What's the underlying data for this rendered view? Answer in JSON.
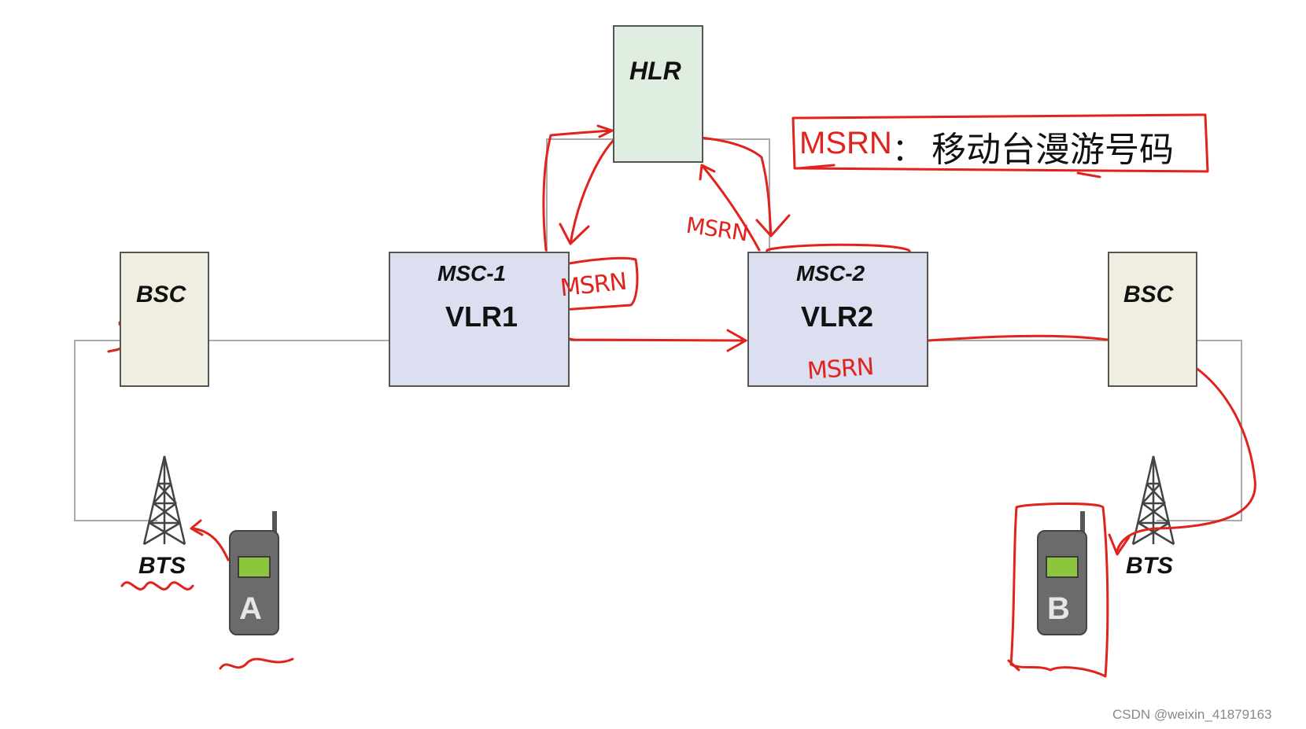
{
  "nodes": {
    "hlr": "HLR",
    "msc1": "MSC-1",
    "vlr1": "VLR1",
    "msc2": "MSC-2",
    "vlr2": "VLR2",
    "bsc_left": "BSC",
    "bsc_right": "BSC",
    "bts_left": "BTS",
    "bts_right": "BTS",
    "phone_a": "A",
    "phone_b": "B"
  },
  "annotations": {
    "legend_key": "MSRN",
    "legend_colon": "：",
    "legend_desc": "移动台漫游号码",
    "msrn_1": "MSRN",
    "msrn_2": "MSRN",
    "msrn_3": "MSRN"
  },
  "credit": "CSDN @weixin_41879163",
  "colors": {
    "annotation": "#e0231c",
    "bsc_fill": "#efeee1",
    "msc_fill": "#dcdff0",
    "hlr_fill": "#dfeee1",
    "phone_body": "#6b6b6b",
    "phone_screen": "#8cc63f"
  }
}
